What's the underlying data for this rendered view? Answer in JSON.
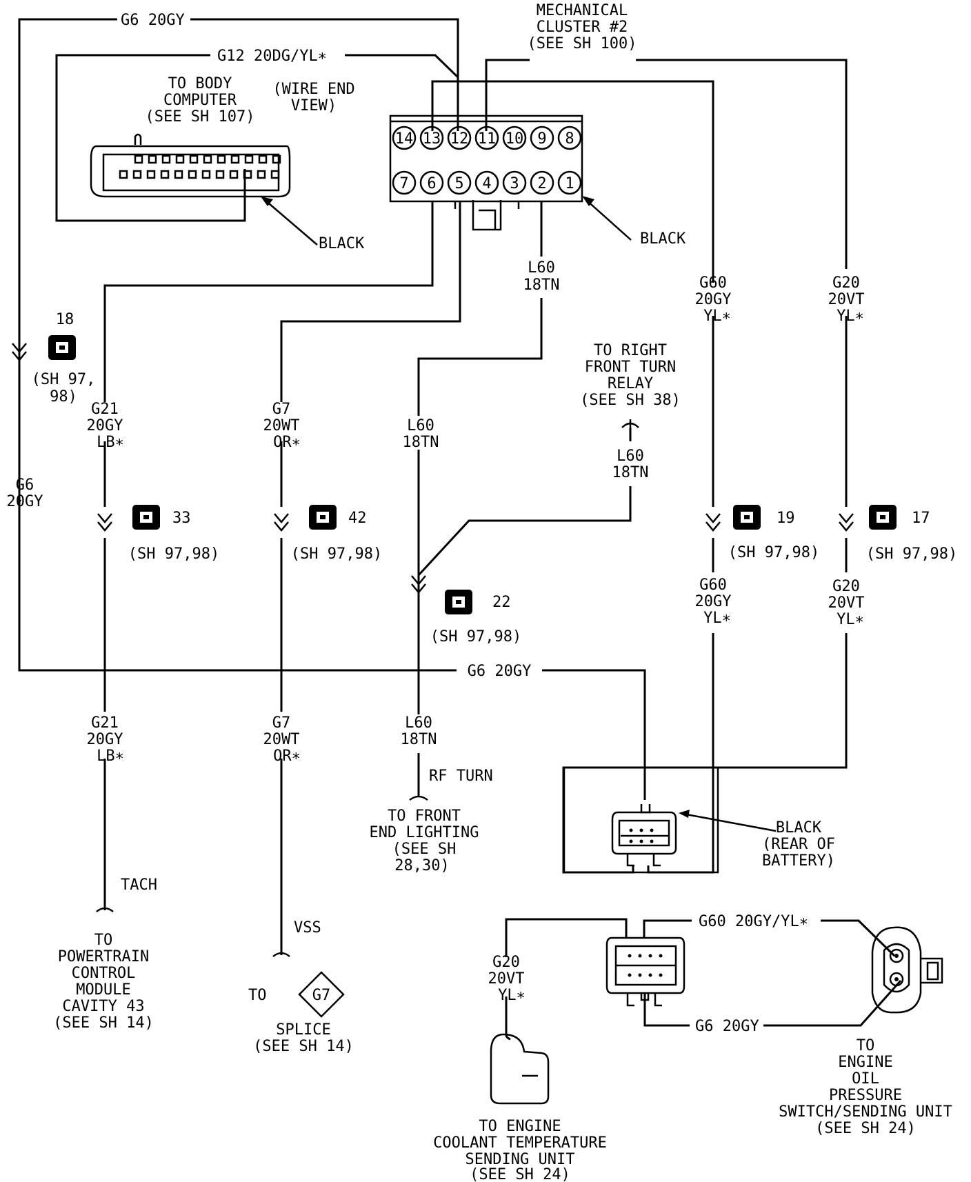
{
  "colors": {
    "ink": "#000000",
    "paper": "#ffffff"
  },
  "labels": {
    "g6_top": "G6 20GY",
    "g12": "G12 20DG/YL∗",
    "mech_1": "MECHANICAL",
    "mech_2": "CLUSTER #2",
    "mech_3": "(SEE SH 100)",
    "bc_1": "TO BODY",
    "bc_2": "COMPUTER",
    "bc_3": "(SEE SH 107)",
    "we_1": "(WIRE END",
    "we_2": "VIEW)",
    "black_left": "BLACK",
    "black_right": "BLACK",
    "l60_a1": "L60",
    "l60_a2": "18TN",
    "g60_a1": "G60",
    "g60_a2": "20GY",
    "g60_a3": "YL∗",
    "g20_a1": "G20",
    "g20_a2": "20VT",
    "g20_a3": "YL∗",
    "c18_num": "18",
    "c18_ref1": "(SH 97,",
    "c18_ref2": "98)",
    "g21_a1": "G21",
    "g21_a2": "20GY",
    "g21_a3": "LB∗",
    "g7_a1": "G7",
    "g7_a2": "20WT",
    "g7_a3": "OR∗",
    "l60_b1": "L60",
    "l60_b2": "18TN",
    "rft_1": "TO RIGHT",
    "rft_2": "FRONT TURN",
    "rft_3": "RELAY",
    "rft_4": "(SEE SH 38)",
    "l60_c1": "L60",
    "l60_c2": "18TN",
    "g6_left1": "G6",
    "g6_left2": "20GY",
    "c33_num": "33",
    "c33_ref": "(SH 97,98)",
    "c42_num": "42",
    "c42_ref": "(SH 97,98)",
    "c19_num": "19",
    "c19_ref": "(SH 97,98)",
    "c17_num": "17",
    "c17_ref": "(SH 97,98)",
    "c22_num": "22",
    "c22_ref": "(SH 97,98)",
    "g60_b1": "G60",
    "g60_b2": "20GY",
    "g60_b3": "YL∗",
    "g20_b1": "G20",
    "g20_b2": "20VT",
    "g20_b3": "YL∗",
    "g6_mid": "G6 20GY",
    "g21_b1": "G21",
    "g21_b2": "20GY",
    "g21_b3": "LB∗",
    "g7_b1": "G7",
    "g7_b2": "20WT",
    "g7_b3": "OR∗",
    "l60_d1": "L60",
    "l60_d2": "18TN",
    "rf_turn": "RF TURN",
    "fel_1": "TO FRONT",
    "fel_2": "END LIGHTING",
    "fel_3": "(SEE SH",
    "fel_4": "28,30)",
    "bat_1": "BLACK",
    "bat_2": "(REAR OF",
    "bat_3": "BATTERY)",
    "tach": "TACH",
    "pcm_1": "TO",
    "pcm_2": "POWERTRAIN",
    "pcm_3": "CONTROL",
    "pcm_4": "MODULE",
    "pcm_5": "CAVITY 43",
    "pcm_6": "(SEE SH 14)",
    "vss": "VSS",
    "to": "TO",
    "g7_diamond": "G7",
    "splice_1": "SPLICE",
    "splice_2": "(SEE SH 14)",
    "g60_c": "G60 20GY/YL∗",
    "g20_c1": "G20",
    "g20_c2": "20VT",
    "g20_c3": "YL∗",
    "g6_bot": "G6 20GY",
    "oil_1": "TO",
    "oil_2": "ENGINE",
    "oil_3": "OIL",
    "oil_4": "PRESSURE",
    "oil_5": "SWITCH/SENDING UNIT",
    "oil_6": "(SEE SH 24)",
    "cool_1": "TO ENGINE",
    "cool_2": "COOLANT TEMPERATURE",
    "cool_3": "SENDING UNIT",
    "cool_4": "(SEE SH 24)"
  },
  "connector_pins": {
    "top_row": [
      "14",
      "13",
      "12",
      "11",
      "10",
      "9",
      "8"
    ],
    "bottom_row": [
      "7",
      "6",
      "5",
      "4",
      "3",
      "2",
      "1"
    ]
  }
}
